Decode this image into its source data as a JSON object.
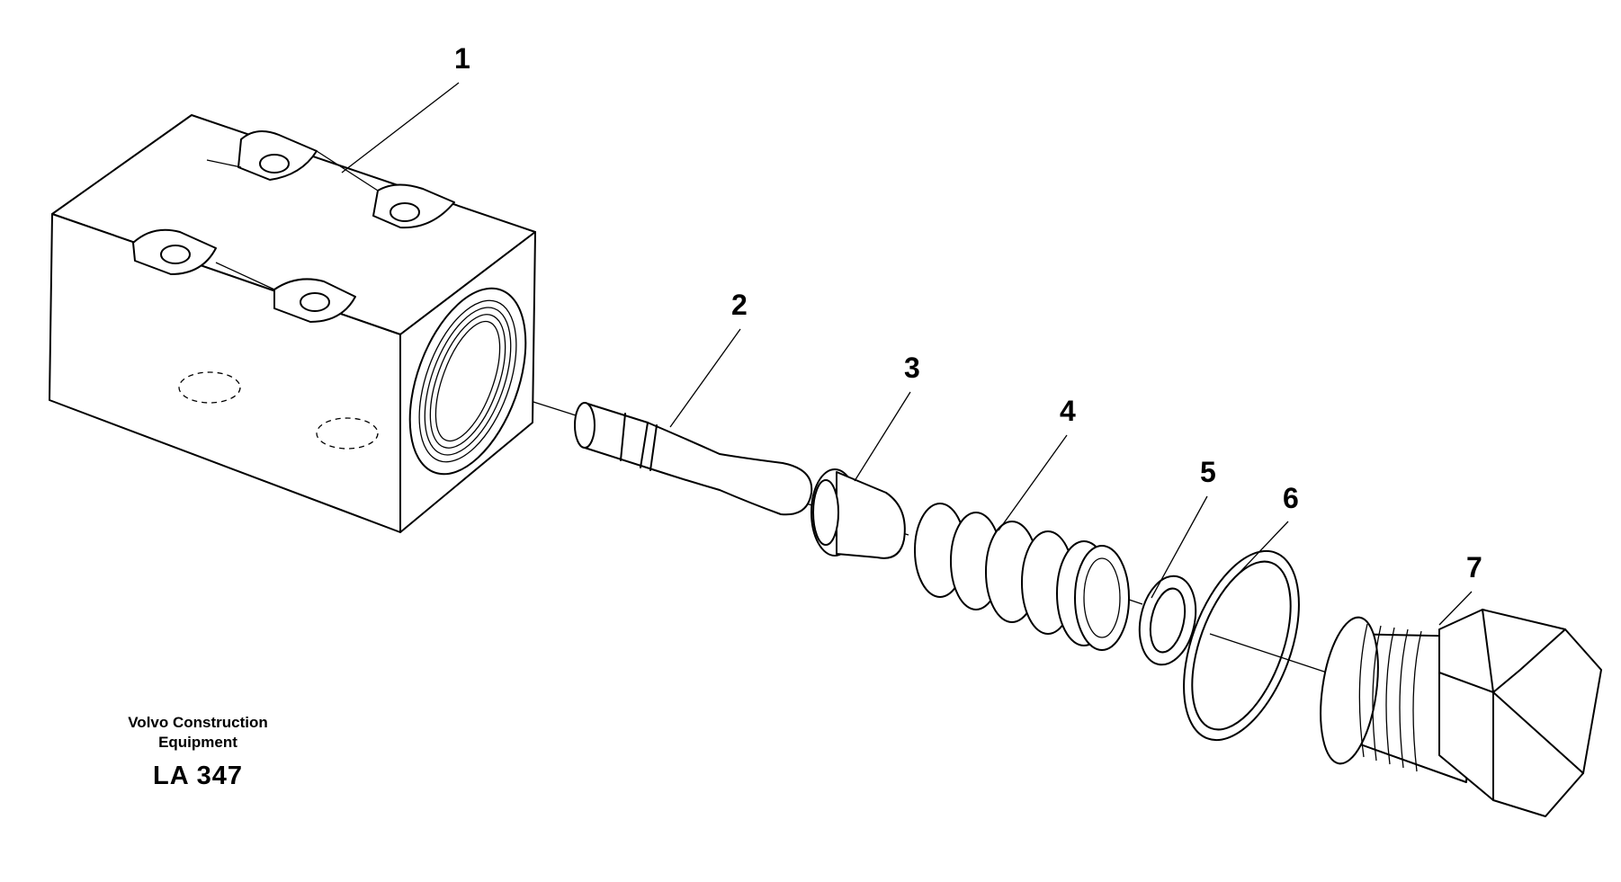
{
  "diagram": {
    "callouts": [
      "1",
      "2",
      "3",
      "4",
      "5",
      "6",
      "7"
    ],
    "manufacturer_line1": "Volvo Construction",
    "manufacturer_line2": "Equipment",
    "drawing_code": "LA 347"
  },
  "colors": {
    "ink": "#000000",
    "paper": "#ffffff"
  }
}
